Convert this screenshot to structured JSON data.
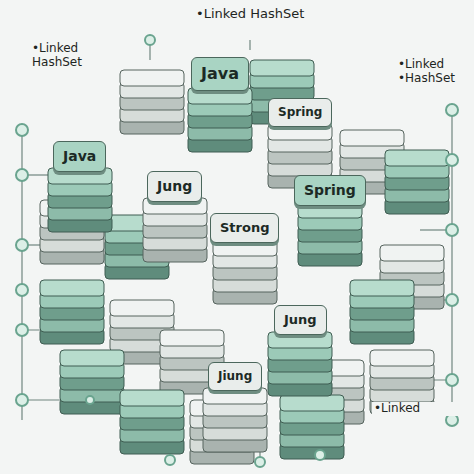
{
  "diagram": {
    "title": "•Linked HashSet",
    "nodes": [
      {
        "text": [
          "Java"
        ]
      },
      {
        "text": [
          "Java"
        ]
      },
      {
        "text": [
          "Jung"
        ]
      },
      {
        "text": [
          "Spring"
        ]
      },
      {
        "text": [
          "Spring"
        ]
      },
      {
        "text": [
          "Strong"
        ]
      },
      {
        "text": [
          "Jung"
        ]
      },
      {
        "text": [
          "Jiung"
        ]
      }
    ],
    "labels": [
      "•Linked HashSet",
      "•Linked •HashSet",
      "•Linked"
    ]
  }
}
